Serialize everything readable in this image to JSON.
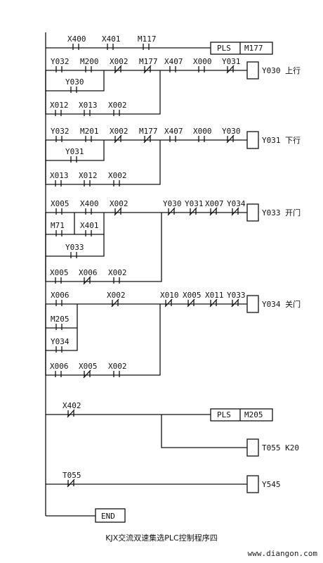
{
  "caption": "KJX交流双速集选PLC控制程序四",
  "watermark": "www.diangon.com",
  "rungs": [
    {
      "id": "r1",
      "contacts": [
        {
          "label": "X400",
          "type": "NO"
        },
        {
          "label": "X401",
          "type": "NO"
        },
        {
          "label": "M117",
          "type": "NO"
        }
      ],
      "output": {
        "kind": "function",
        "op": "PLS",
        "operand": "M177"
      }
    },
    {
      "id": "r2",
      "contacts": [
        {
          "label": "Y032",
          "type": "NO"
        },
        {
          "label": "M200",
          "type": "NO"
        },
        {
          "label": "X002",
          "type": "NC"
        },
        {
          "label": "M177",
          "type": "NC"
        },
        {
          "label": "X407",
          "type": "NO"
        },
        {
          "label": "X000",
          "type": "NO"
        },
        {
          "label": "Y031",
          "type": "NC"
        },
        {
          "label": "Y030",
          "type": "NO"
        },
        {
          "label": "X012",
          "type": "NO"
        },
        {
          "label": "X013",
          "type": "NO"
        },
        {
          "label": "X002",
          "type": "NO"
        }
      ],
      "output": {
        "kind": "coil",
        "label": "Y030 上行"
      }
    },
    {
      "id": "r3",
      "contacts": [
        {
          "label": "Y032",
          "type": "NO"
        },
        {
          "label": "M201",
          "type": "NO"
        },
        {
          "label": "X002",
          "type": "NC"
        },
        {
          "label": "M177",
          "type": "NC"
        },
        {
          "label": "X407",
          "type": "NO"
        },
        {
          "label": "X000",
          "type": "NO"
        },
        {
          "label": "Y030",
          "type": "NC"
        },
        {
          "label": "Y031",
          "type": "NO"
        },
        {
          "label": "X013",
          "type": "NO"
        },
        {
          "label": "X012",
          "type": "NO"
        },
        {
          "label": "X002",
          "type": "NO"
        }
      ],
      "output": {
        "kind": "coil",
        "label": "Y031 下行"
      }
    },
    {
      "id": "r4",
      "contacts": [
        {
          "label": "X005",
          "type": "NO"
        },
        {
          "label": "X400",
          "type": "NO"
        },
        {
          "label": "X002",
          "type": "NC"
        },
        {
          "label": "Y030",
          "type": "NC"
        },
        {
          "label": "Y031",
          "type": "NC"
        },
        {
          "label": "X007",
          "type": "NC"
        },
        {
          "label": "Y034",
          "type": "NC"
        },
        {
          "label": "M71",
          "type": "NO"
        },
        {
          "label": "X401",
          "type": "NO"
        },
        {
          "label": "Y033",
          "type": "NO"
        },
        {
          "label": "X005",
          "type": "NO"
        },
        {
          "label": "X006",
          "type": "NC"
        },
        {
          "label": "X002",
          "type": "NO"
        }
      ],
      "output": {
        "kind": "coil",
        "label": "Y033 开门"
      }
    },
    {
      "id": "r5",
      "contacts": [
        {
          "label": "X006",
          "type": "NO"
        },
        {
          "label": "X002",
          "type": "NC"
        },
        {
          "label": "X010",
          "type": "NC"
        },
        {
          "label": "X005",
          "type": "NC"
        },
        {
          "label": "X011",
          "type": "NC"
        },
        {
          "label": "Y033",
          "type": "NC"
        },
        {
          "label": "M205",
          "type": "NO"
        },
        {
          "label": "Y034",
          "type": "NO"
        },
        {
          "label": "X006",
          "type": "NO"
        },
        {
          "label": "X005",
          "type": "NC"
        },
        {
          "label": "X002",
          "type": "NO"
        }
      ],
      "output": {
        "kind": "coil",
        "label": "Y034 关门"
      }
    },
    {
      "id": "r6",
      "contacts": [
        {
          "label": "X402",
          "type": "NC"
        }
      ],
      "output": {
        "kind": "function",
        "op": "PLS",
        "operand": "M205"
      },
      "output2": {
        "kind": "coil",
        "label": "T055 K20"
      }
    },
    {
      "id": "r7",
      "contacts": [
        {
          "label": "T055",
          "type": "NC"
        }
      ],
      "output": {
        "kind": "coil",
        "label": "Y545"
      }
    },
    {
      "id": "r8",
      "contacts": [],
      "output": {
        "kind": "end",
        "label": "END"
      }
    }
  ]
}
